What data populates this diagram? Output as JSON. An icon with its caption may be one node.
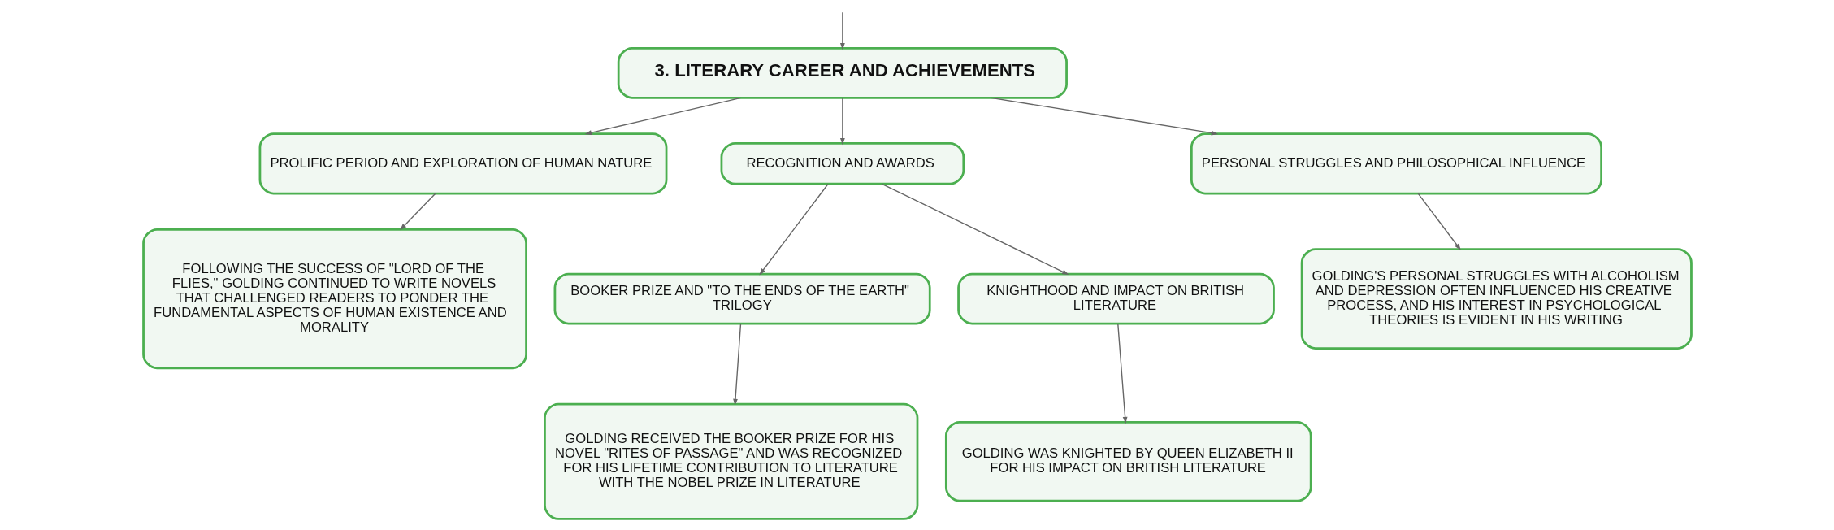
{
  "diagram": {
    "nodes": [
      {
        "text": [
          "3. LITERARY CAREER AND ACHIEVEMENTS"
        ]
      },
      {
        "text": [
          "PROLIFIC PERIOD AND EXPLORATION OF HUMAN NATURE"
        ]
      },
      {
        "text": [
          "RECOGNITION AND AWARDS"
        ]
      },
      {
        "text": [
          "PERSONAL STRUGGLES AND PHILOSOPHICAL INFLUENCE"
        ]
      },
      {
        "text": [
          "FOLLOWING THE SUCCESS OF \"LORD OF THE FLIES,\" GOLDING CONTINUED TO WRITE NOVELS THAT CHALLENGED READERS TO PONDER THE FUNDAMENTAL ASPECTS OF HUMAN EXISTENCE AND MORALITY"
        ]
      },
      {
        "text": [
          "BOOKER PRIZE AND \"TO THE ENDS OF THE EARTH\" TRILOGY"
        ]
      },
      {
        "text": [
          "KNIGHTHOOD AND IMPACT ON BRITISH LITERATURE"
        ]
      },
      {
        "text": [
          "GOLDING'S PERSONAL STRUGGLES WITH ALCOHOLISM AND DEPRESSION OFTEN INFLUENCED HIS CREATIVE PROCESS, AND HIS INTEREST IN PSYCHOLOGICAL THEORIES IS EVIDENT IN HIS WRITING"
        ]
      },
      {
        "text": [
          "GOLDING RECEIVED THE BOOKER PRIZE FOR HIS NOVEL \"RITES OF PASSAGE\" AND WAS RECOGNIZED FOR HIS LIFETIME CONTRIBUTION TO LITERATURE WITH THE NOBEL PRIZE IN LITERATURE"
        ]
      },
      {
        "text": [
          "GOLDING WAS KNIGHTED BY QUEEN ELIZABETH II FOR HIS IMPACT ON BRITISH LITERATURE"
        ]
      }
    ],
    "edges": [
      {
        "from": null,
        "to": 0,
        "arrow": "to"
      },
      {
        "from": 0,
        "to": 1,
        "arrow": "to"
      },
      {
        "from": 0,
        "to": 2,
        "arrow": "to"
      },
      {
        "from": 0,
        "to": 3,
        "arrow": "to"
      },
      {
        "from": 1,
        "to": 4,
        "arrow": "to"
      },
      {
        "from": 2,
        "to": 5,
        "arrow": "to"
      },
      {
        "from": 2,
        "to": 6,
        "arrow": "to"
      },
      {
        "from": 3,
        "to": 7,
        "arrow": "to"
      },
      {
        "from": 5,
        "to": 8,
        "arrow": "to"
      },
      {
        "from": 6,
        "to": 9,
        "arrow": "to"
      }
    ]
  }
}
